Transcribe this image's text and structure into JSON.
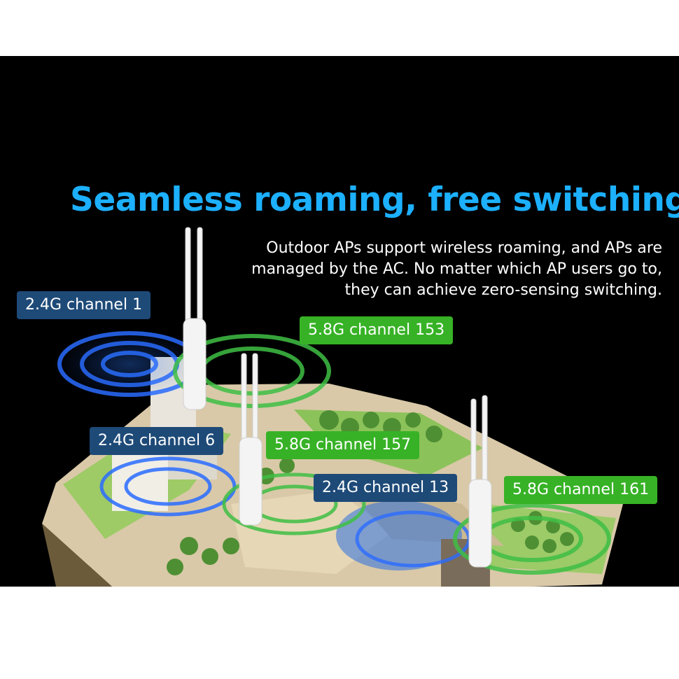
{
  "headline": "Seamless roaming, free switching",
  "description_lines": [
    "Outdoor APs support wireless roaming, and APs are",
    "managed by the AC. No matter which AP users go to,",
    "they can achieve zero-sensing switching."
  ],
  "channel_tags": [
    {
      "label": "2.4G channel 1",
      "band": "2.4G",
      "color": "#1e4a78"
    },
    {
      "label": "5.8G channel 153",
      "band": "5.8G",
      "color": "#37b226"
    },
    {
      "label": "2.4G channel 6",
      "band": "2.4G",
      "color": "#1e4a78"
    },
    {
      "label": "5.8G channel 157",
      "band": "5.8G",
      "color": "#37b226"
    },
    {
      "label": "2.4G channel 13",
      "band": "2.4G",
      "color": "#1e4a78"
    },
    {
      "label": "5.8G channel 161",
      "band": "5.8G",
      "color": "#37b226"
    }
  ],
  "colors": {
    "headline": "#1cb0ff",
    "band_2_4g": "#1e4a78",
    "band_5_8g": "#37b226",
    "background": "#000000"
  }
}
